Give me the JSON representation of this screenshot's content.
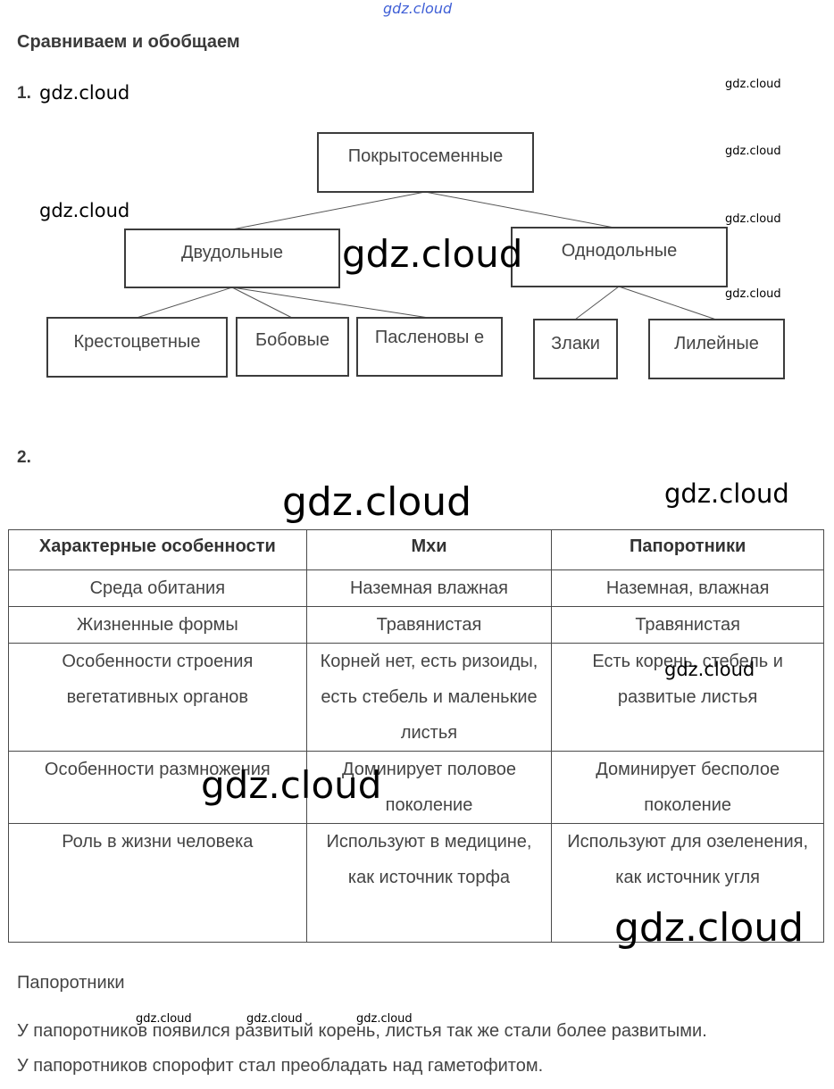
{
  "watermarks": {
    "top": "gdz.cloud",
    "label": "gdz.cloud"
  },
  "heading": "Сравниваем и обобщаем",
  "task1": {
    "number": "1.",
    "tree": {
      "root": "Покрытосеменные",
      "left": "Двудольные",
      "right": "Однодольные",
      "left_children": [
        "Крестоцветные",
        "Бобовые",
        "Пасленовы е"
      ],
      "right_children": [
        "Злаки",
        "Лилейные"
      ]
    }
  },
  "task2": {
    "number": "2.",
    "table": {
      "headers": [
        "Характерные особенности",
        "Мхи",
        "Папоротники"
      ],
      "rows": [
        [
          "Среда обитания",
          "Наземная влажная",
          "Наземная, влажная"
        ],
        [
          "Жизненные формы",
          "Травянистая",
          "Травянистая"
        ],
        [
          "Особенности строения вегетативных органов",
          "Корней нет, есть ризоиды, есть стебель и маленькие листья",
          "Есть корень, стебель и развитые листья"
        ],
        [
          "Особенности размножения",
          "Доминирует половое поколение",
          "Доминирует бесполое поколение"
        ],
        [
          "Роль в жизни человека",
          "Используют в медицине, как источник торфа",
          "Используют для озеленения, как источник угля"
        ]
      ]
    }
  },
  "conclusion": {
    "title": "Папоротники",
    "lines": [
      "У папоротников появился развитый корень, листья так же стали более развитыми.",
      "У папоротников спорофит стал преобладать над гаметофитом."
    ]
  }
}
